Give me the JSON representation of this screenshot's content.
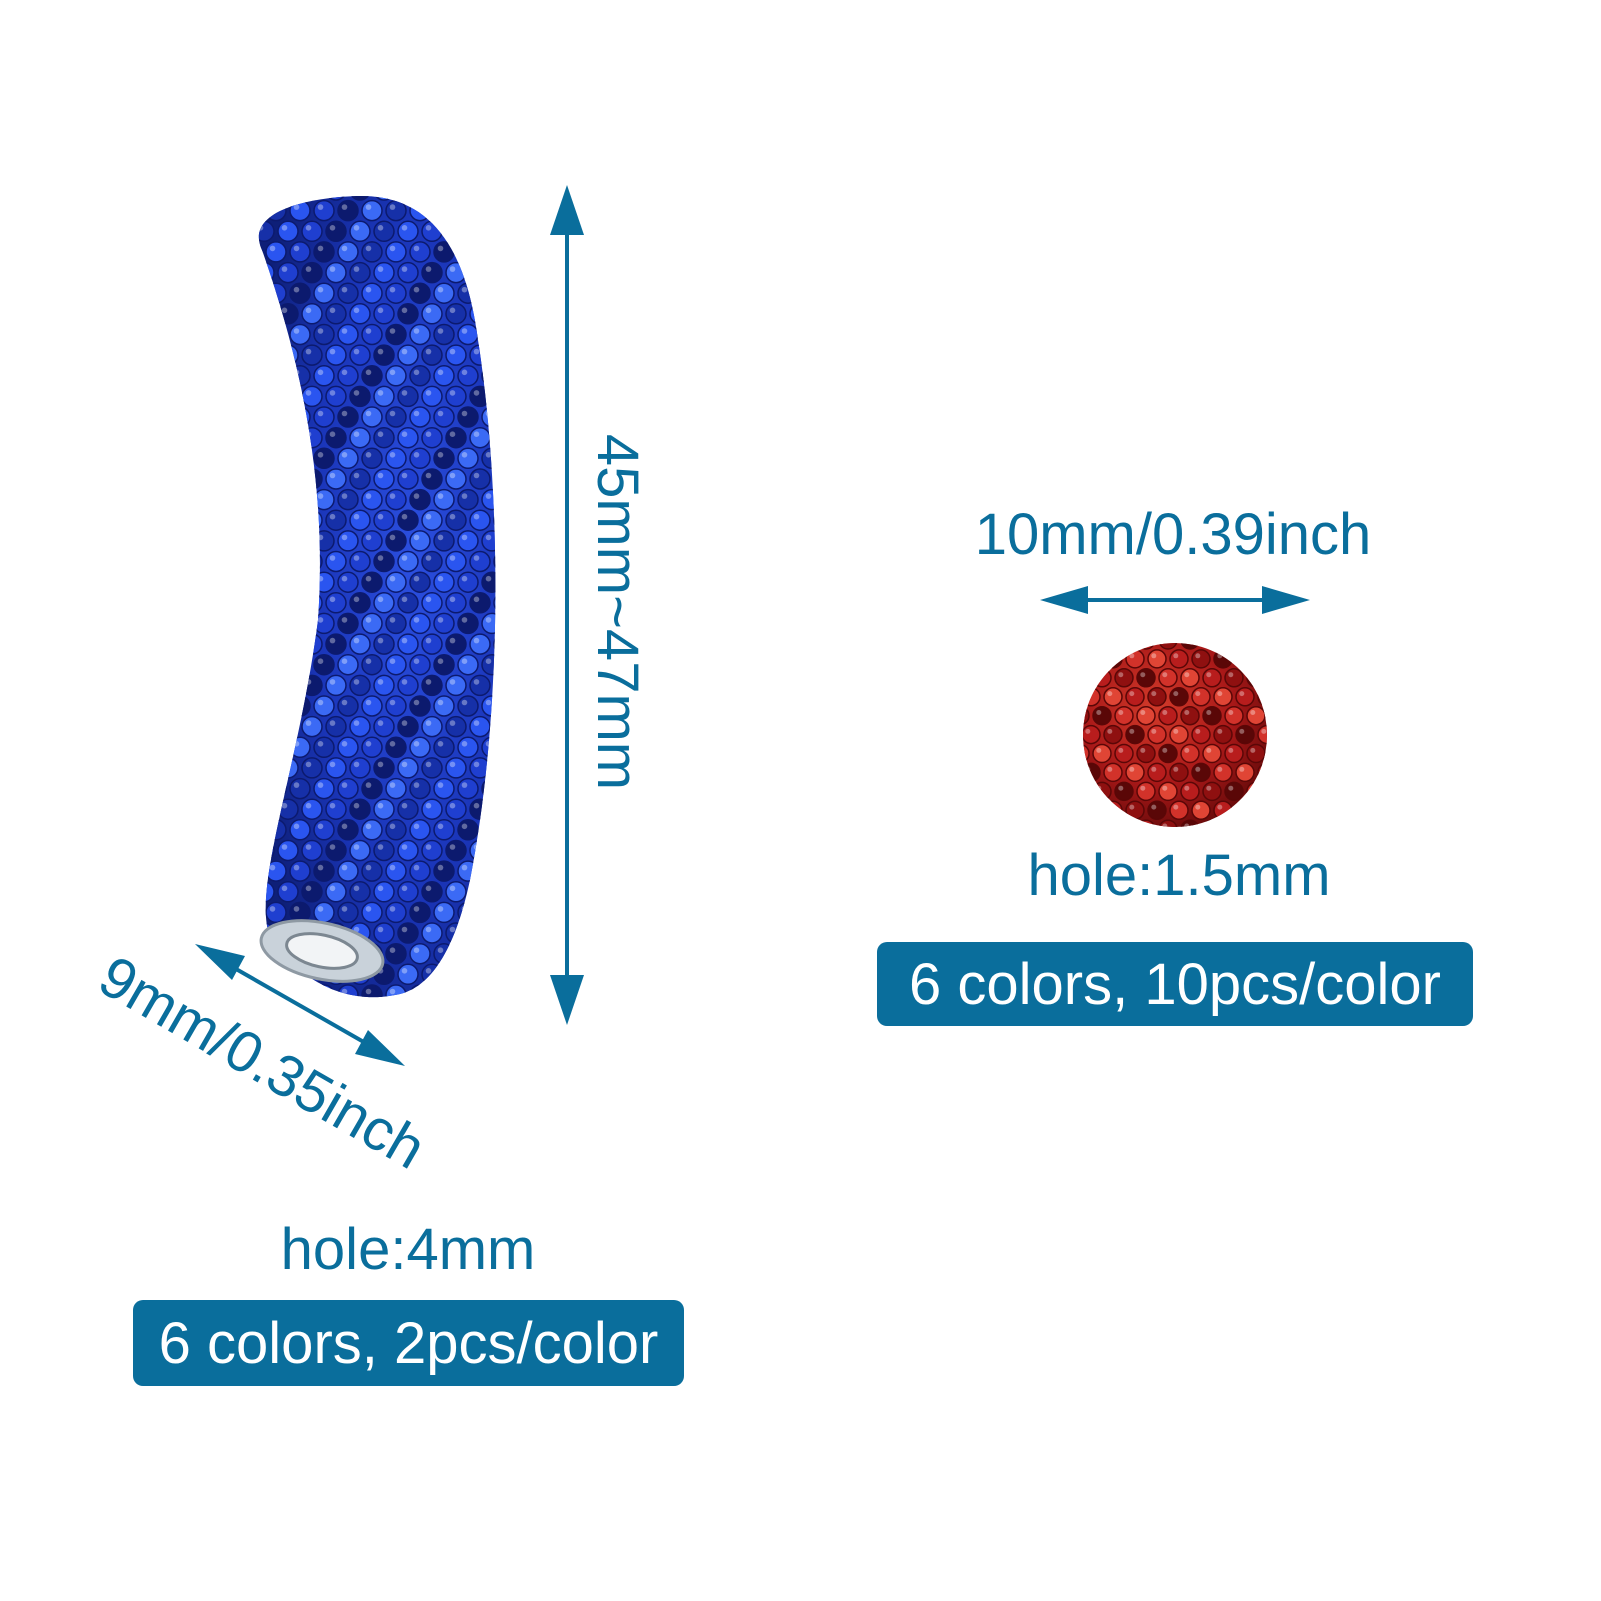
{
  "colors": {
    "accent": "#0a6e9c",
    "tube_bead": "#1a35b8",
    "ball_bead": "#a81818",
    "core_silver": "#d8dde2",
    "badge_text": "#ffffff"
  },
  "tube_bead": {
    "length_label": "45mm~47mm",
    "width_label": "9mm/0.35inch",
    "hole_label": "hole:4mm",
    "quantity_badge": "6 colors, 2pcs/color"
  },
  "ball_bead": {
    "size_label": "10mm/0.39inch",
    "hole_label": "hole:1.5mm",
    "quantity_badge": "6 colors, 10pcs/color"
  }
}
